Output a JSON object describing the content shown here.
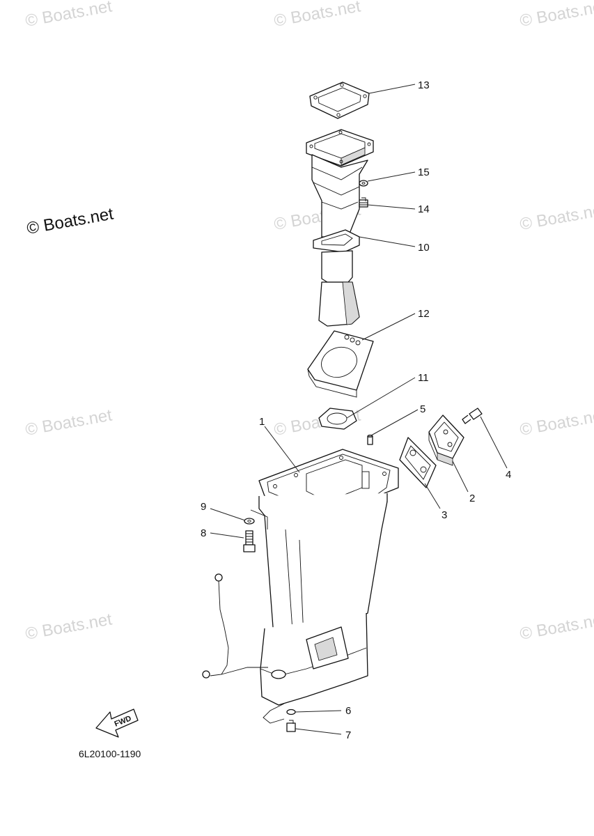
{
  "watermark": "© Boats.net",
  "diagram_code": "6L20100-1190",
  "fwd_label": "FWD",
  "callouts": [
    "13",
    "15",
    "14",
    "10",
    "12",
    "11",
    "5",
    "1",
    "4",
    "2",
    "3",
    "9",
    "8",
    "6",
    "7"
  ]
}
